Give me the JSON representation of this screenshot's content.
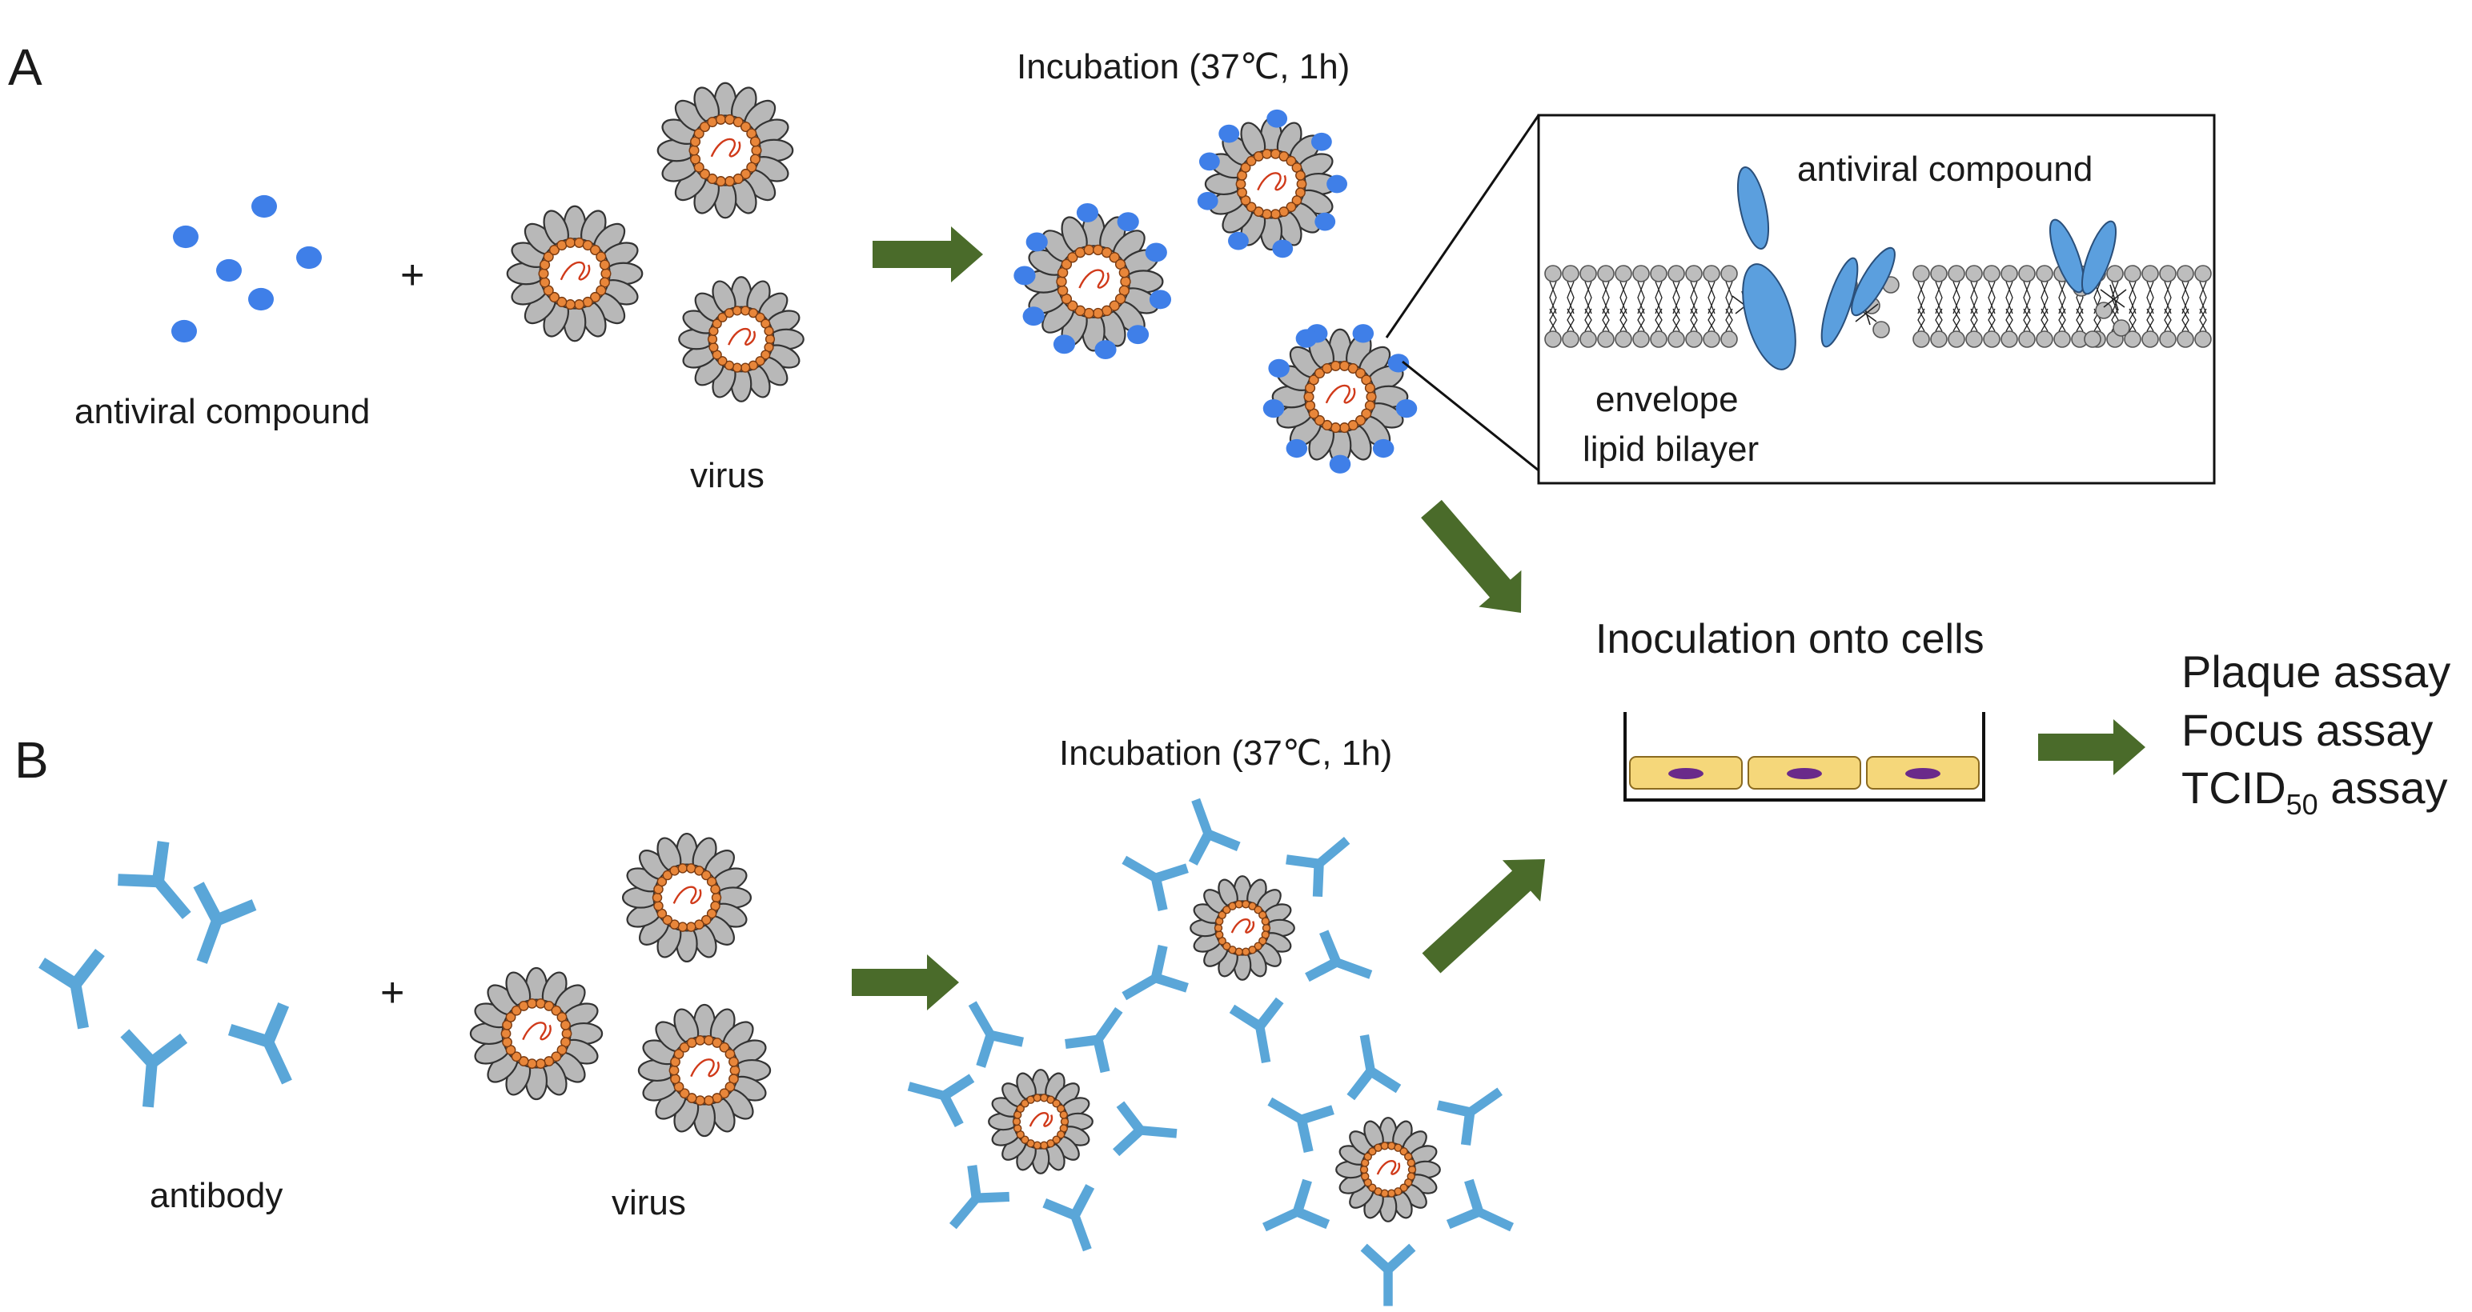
{
  "panel_a": {
    "letter": "A",
    "compound_label": "antiviral compound",
    "virus_label": "virus",
    "incubation_label": "Incubation (37℃, 1h)",
    "inset": {
      "compound_label": "antiviral compound",
      "membrane_label_line1": "envelope",
      "membrane_label_line2": "lipid bilayer"
    }
  },
  "panel_b": {
    "letter": "B",
    "antibody_label": "antibody",
    "virus_label": "virus",
    "incubation_label": "Incubation (37℃, 1h)"
  },
  "plus_sign": "+",
  "inoculation_label": "Inoculation onto cells",
  "assays": {
    "plaque": "Plaque assay",
    "focus": "Focus assay",
    "tcid_prefix": "TCID",
    "tcid_subscript": "50",
    "tcid_suffix": " assay"
  },
  "colors": {
    "arrow": "#4a6b2a",
    "compound_dot": "#3f7fe8",
    "antibody": "#5aa6d8",
    "spike_fill": "#b8b8b8",
    "matrix_bead": "#e8863a",
    "genome": "#d03a1a",
    "cell_fill": "#f5d77a",
    "nucleus": "#6a2a8a",
    "lipid_head": "#bdbdbd",
    "inset_compound": "#5b9fde"
  },
  "icons": {
    "virus": "virus-particle-icon",
    "compound": "compound-dot-icon",
    "antibody": "y-antibody-icon",
    "arrow": "process-arrow-icon",
    "cell_well": "cell-culture-well-icon"
  }
}
